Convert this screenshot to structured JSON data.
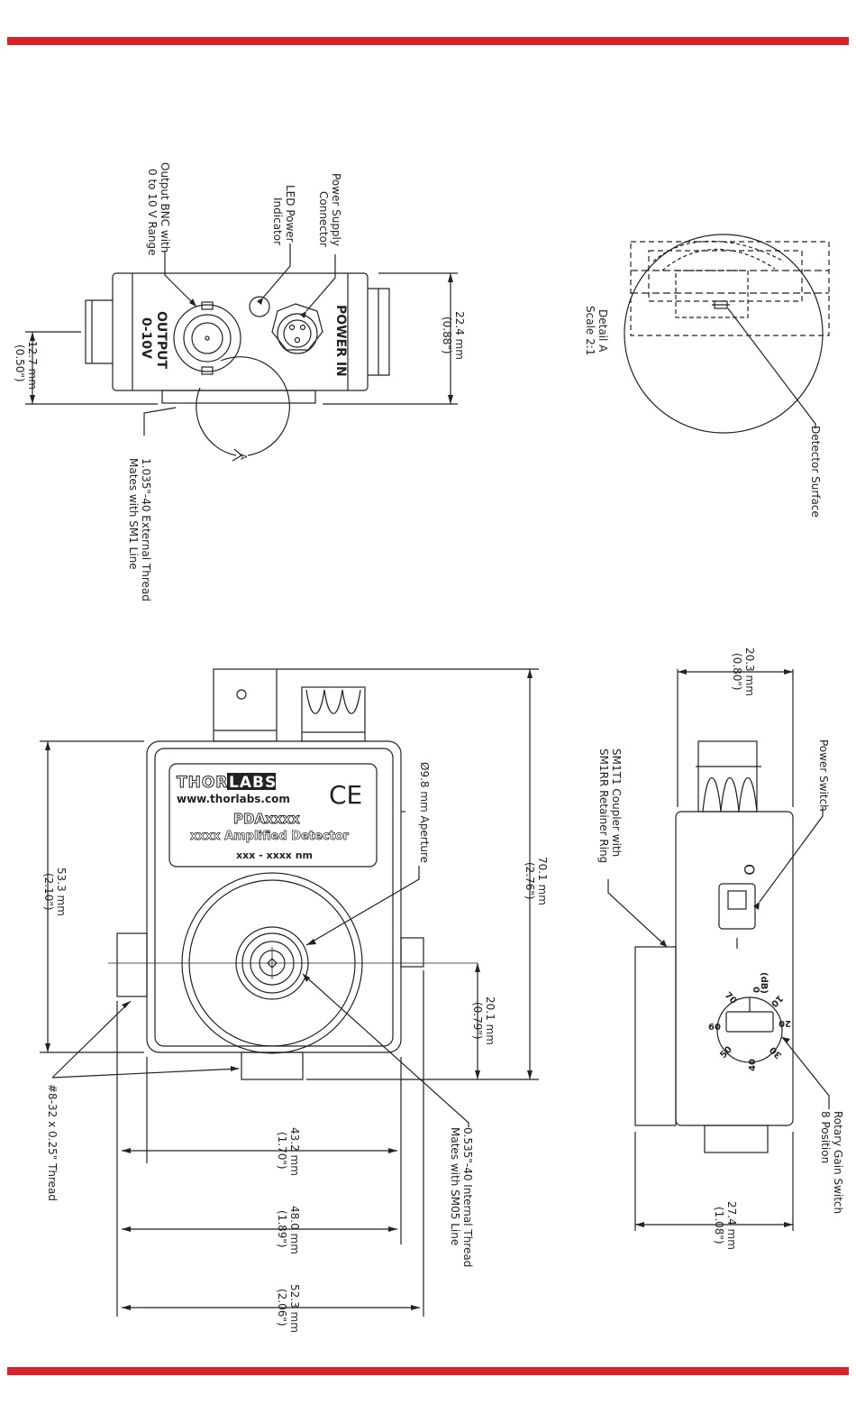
{
  "colors": {
    "accent_bar": "#d8232a",
    "line": "#222222"
  },
  "callouts": {
    "output_bnc": [
      "Output BNC with",
      "0 to 10 V Range"
    ],
    "led": [
      "LED Power",
      "Indicator"
    ],
    "power_supply": [
      "Power Supply",
      "Connector"
    ],
    "ext_thread": [
      "1.035\"-40 External Thread",
      "Mates with SM1 Line"
    ],
    "detail_a": [
      "Detail A",
      "Scale 2:1"
    ],
    "detector_surface": "Detector Surface",
    "aperture": "Ø9.8 mm Aperture",
    "int_thread": [
      "0.535\"-40 Internal Thread",
      "Mates with SM05 Line"
    ],
    "mount_thread": "#8-32 x 0.25\" Thread",
    "power_switch": "Power Switch",
    "coupler": [
      "SM1T1 Coupler with",
      "SM1RR Retainer Ring"
    ],
    "gain_switch": [
      "Rotary Gain Switch",
      "8 Position"
    ]
  },
  "panel_labels": {
    "power_in": "POWER IN",
    "output": "OUTPUT",
    "output_range": "0-10V",
    "detail_marker": "A"
  },
  "dimensions": {
    "d_22_4": [
      "22.4 mm",
      "(0.88\")"
    ],
    "d_12_7": [
      "12.7 mm",
      "(0.50\")"
    ],
    "d_70_1": [
      "70.1 mm",
      "(2.76\")"
    ],
    "d_53_3": [
      "53.3 mm",
      "(2.10\")"
    ],
    "d_20_1": [
      "20.1 mm",
      "(0.79\")"
    ],
    "d_43_2": [
      "43.2 mm",
      "(1.70\")"
    ],
    "d_48_0": [
      "48.0 mm",
      "(1.89\")"
    ],
    "d_52_3": [
      "52.3 mm",
      "(2.06\")"
    ],
    "d_20_3": [
      "20.3 mm",
      "(0.80\")"
    ],
    "d_27_4": [
      "27.4 mm",
      "(1.08\")"
    ]
  },
  "nameplate": {
    "brand_a": "THOR",
    "brand_b": "LABS",
    "url": "www.thorlabs.com",
    "ce": "CE",
    "model": "PDAxxxx",
    "desc": "xxxx Amplified Detector",
    "range": "xxx - xxxx nm"
  },
  "switch": {
    "off_mark": "O",
    "on_mark": "|"
  },
  "gain_dial": {
    "unit": "(dB)",
    "positions": [
      "0",
      "10",
      "20",
      "30",
      "40",
      "50",
      "60",
      "70"
    ]
  }
}
